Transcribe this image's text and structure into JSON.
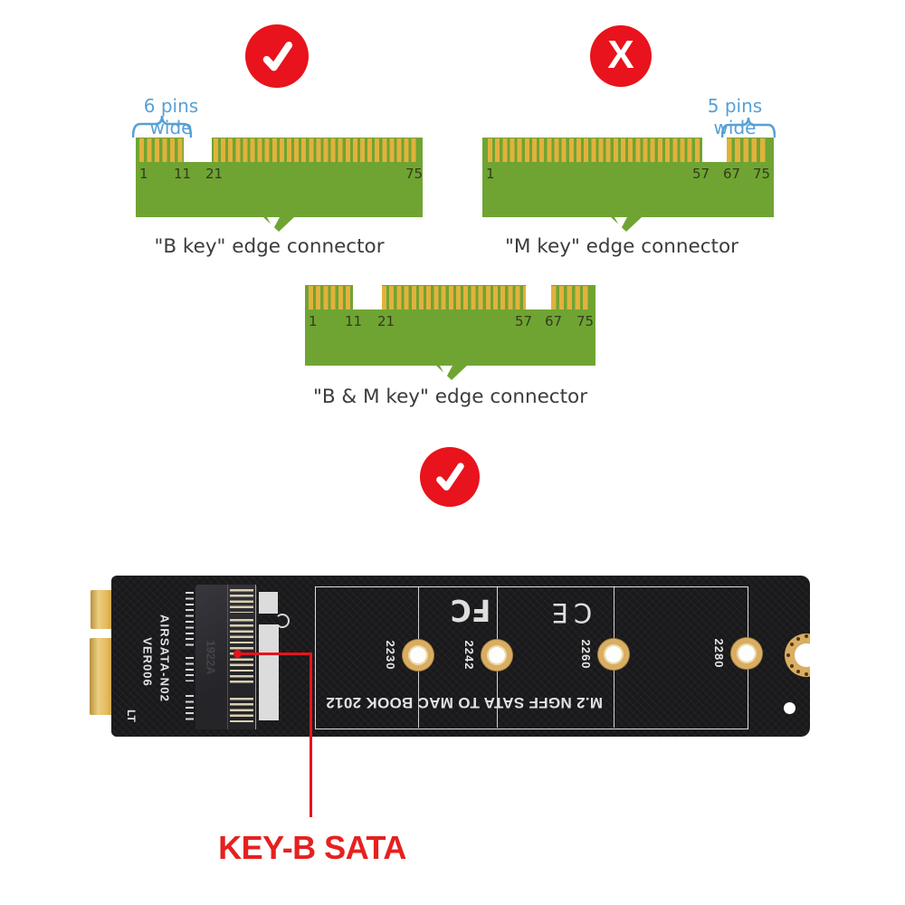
{
  "badges": {
    "check_meaning": "compatible",
    "x_meaning": "not-compatible",
    "x_glyph": "X"
  },
  "callouts": {
    "b_key": "6 pins wide",
    "m_key": "5 pins wide"
  },
  "diagrams": {
    "b_key": {
      "label": "\"B key\" edge connector",
      "pin_numbers": [
        "1",
        "11",
        "21",
        "75"
      ]
    },
    "m_key": {
      "label": "\"M key\" edge connector",
      "pin_numbers": [
        "1",
        "57",
        "67",
        "75"
      ]
    },
    "bm_key": {
      "label": "\"B & M key\" edge connector",
      "pin_numbers": [
        "1",
        "11",
        "21",
        "57",
        "67",
        "75"
      ]
    }
  },
  "adapter": {
    "model": "AIRSATA-N02",
    "version": "VER006",
    "corner_mark": "LT",
    "title": "M.2 NGFF SATA TO MAC BOOK 2012",
    "fcc_mark": "FC",
    "ce_mark": "CE",
    "chip_marking": "1922A",
    "standoff_lengths": [
      "2230",
      "2242",
      "2260",
      "2280"
    ]
  },
  "annotation": {
    "label": "KEY-B SATA"
  },
  "colors": {
    "badge_red": "#e8131c",
    "callout_blue": "#57a0d5",
    "board_green": "#6fa433",
    "pin_gold": "#e2b13c",
    "pcb_black": "#19191b",
    "silkscreen_white": "#e2e2e2",
    "pad_gold": "#d9ad62",
    "annotation_red": "#e5211f"
  }
}
